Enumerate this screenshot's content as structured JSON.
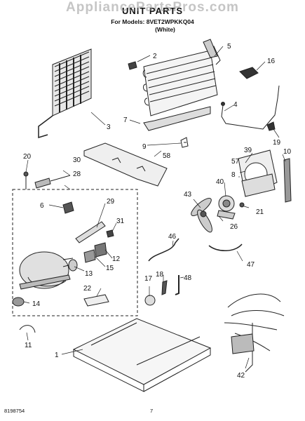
{
  "watermark": "AppliancePartsPros.com",
  "title": "UNIT PARTS",
  "models_line": "For Models: 8VET2WPKKQ04",
  "color_line": "(White)",
  "doc_number": "8198754",
  "page_number": "7",
  "callouts": [
    "1",
    "2",
    "3",
    "4",
    "5",
    "6",
    "7",
    "8",
    "9",
    "10",
    "11",
    "12",
    "13",
    "14",
    "15",
    "16",
    "17",
    "18",
    "19",
    "20",
    "21",
    "22",
    "26",
    "28",
    "29",
    "30",
    "31",
    "39",
    "40",
    "42",
    "43",
    "46",
    "47",
    "48",
    "57",
    "58"
  ]
}
